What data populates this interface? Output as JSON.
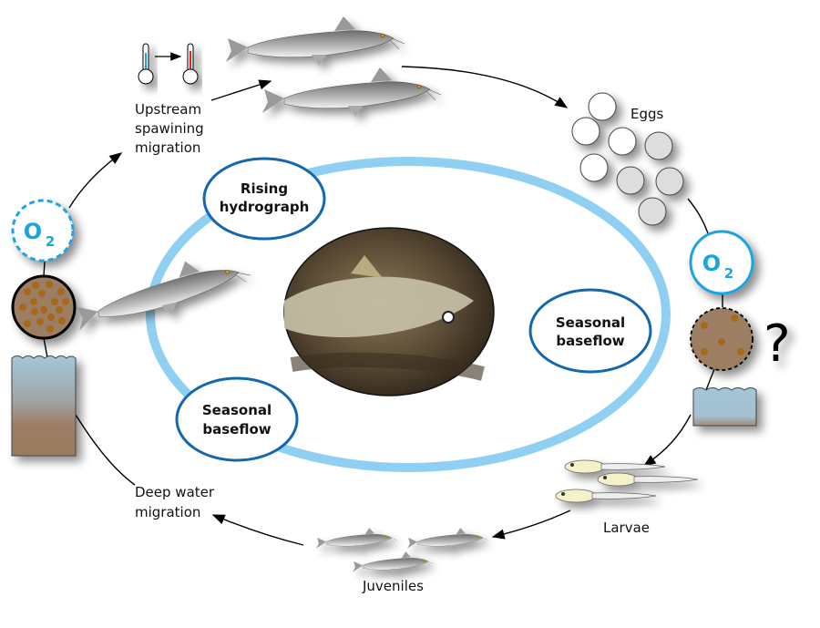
{
  "labels": {
    "upstream": [
      "Upstream",
      "spawining",
      "migration"
    ],
    "eggs": "Eggs",
    "larvae": "Larvae",
    "juveniles": "Juveniles",
    "deep_water": [
      "Deep water",
      "migration"
    ],
    "question": "?"
  },
  "phases": {
    "rising": [
      "Rising",
      "hydrograph"
    ],
    "baseflow_right": [
      "Seasonal",
      "baseflow"
    ],
    "baseflow_left": [
      "Seasonal",
      "baseflow"
    ]
  },
  "oxygen": {
    "symbol": "O",
    "subscript": "2"
  },
  "colors": {
    "cycle_ring": "#8fd0f2",
    "phase_border": "#1466ad",
    "oxygen": "#1aa4e0",
    "sediment": "#9c7e62",
    "sediment_dots": "#a8681e",
    "water": "#a4c6da"
  }
}
